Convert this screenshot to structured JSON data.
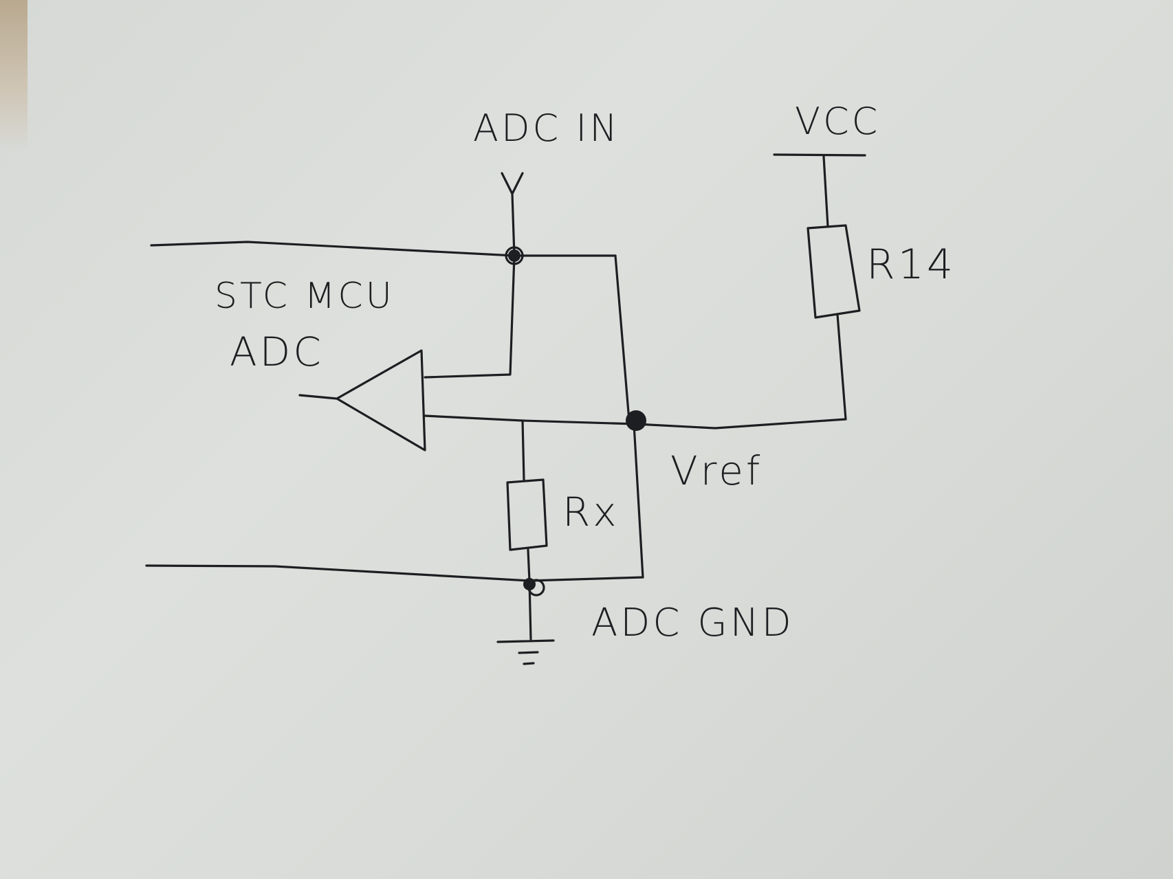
{
  "diagram": {
    "labels": {
      "adc_in": "ADC IN",
      "vcc": "VCC",
      "r14": "R14",
      "stc_mcu": "STC MCU",
      "adc": "ADC",
      "vref": "Vref",
      "rx": "Rx",
      "adc_gnd": "ADC GND"
    }
  }
}
